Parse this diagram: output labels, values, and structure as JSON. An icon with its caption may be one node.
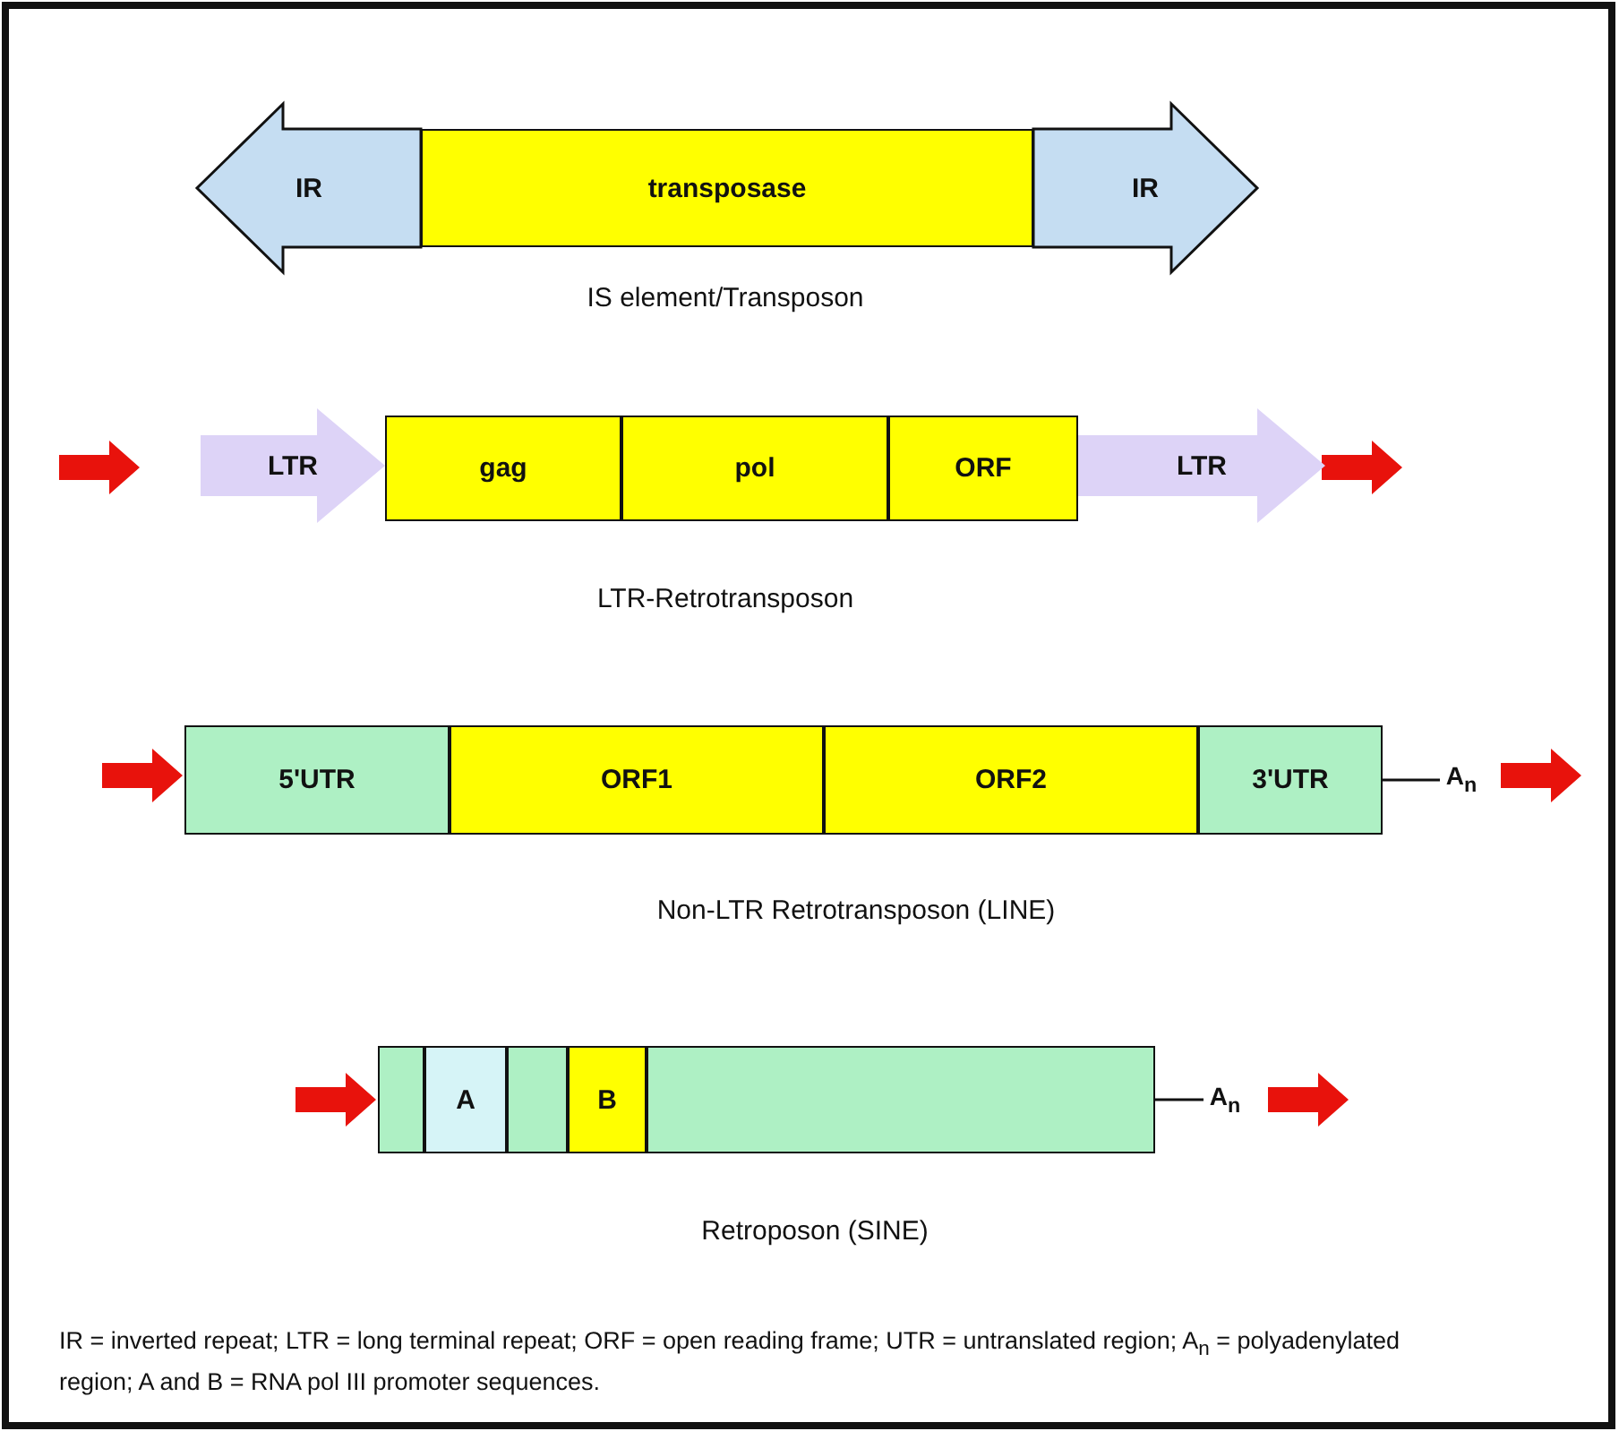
{
  "diagram": {
    "caption": "IR = inverted repeat; LTR = long terminal repeat; ORF = open reading frame; UTR = untranslated region; A$_{n}$ = polyadenylated region; A and B = RNA pol III promoter sequences.",
    "nodes": [
      {
        "text": [
          "IR"
        ]
      },
      {
        "text": [
          "transposase"
        ]
      },
      {
        "text": [
          "IR"
        ]
      },
      {
        "text": [
          "LTR"
        ]
      },
      {
        "text": [
          "gag"
        ]
      },
      {
        "text": [
          "pol"
        ]
      },
      {
        "text": [
          "ORF"
        ]
      },
      {
        "text": [
          "LTR"
        ]
      },
      {
        "text": [
          "5'UTR"
        ]
      },
      {
        "text": [
          "ORF1"
        ]
      },
      {
        "text": [
          "ORF2"
        ]
      },
      {
        "text": [
          "3'UTR"
        ]
      },
      {
        "text": [
          "A$_{n}$"
        ]
      },
      {
        "text": [],
        "shape": "box"
      },
      {
        "text": [
          "A"
        ]
      },
      {
        "text": [],
        "shape": "box"
      },
      {
        "text": [
          "B"
        ]
      },
      {
        "text": [],
        "shape": "box"
      },
      {
        "text": [
          "A$_{n}$"
        ]
      }
    ],
    "edges": [
      {
        "from": 11,
        "to": 12,
        "arrow": "none"
      },
      {
        "from": 17,
        "to": 18,
        "arrow": "none"
      }
    ],
    "labels": [
      "IS element/Transposon",
      "LTR-Retrotransposon",
      "Non-LTR Retrotransposon (LINE)",
      "Retroposon (SINE)"
    ]
  }
}
